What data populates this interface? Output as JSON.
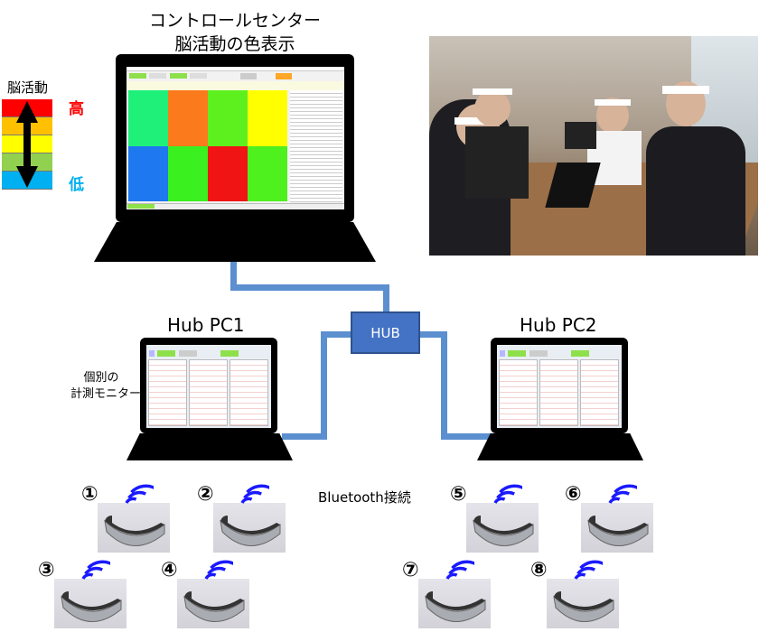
{
  "control_center": {
    "title_line1": "コントロールセンター",
    "title_line2": "脳活動の色表示",
    "grid_colors": [
      "#1ef07a",
      "#fb7a1c",
      "#5ef01e",
      "#ffff00",
      "#1e78f0",
      "#3af01e",
      "#f01414",
      "#4ef01e"
    ]
  },
  "legend": {
    "title": "脳活動",
    "high": "高",
    "low": "低",
    "high_color": "#ff0000",
    "low_color": "#00b0f0",
    "bands": [
      "#ff0000",
      "#ffc000",
      "#ffff00",
      "#92d050",
      "#00b0f0"
    ]
  },
  "hub": {
    "label": "HUB"
  },
  "hub_pc1": {
    "label": "Hub PC1"
  },
  "hub_pc2": {
    "label": "Hub PC2"
  },
  "monitor_note": {
    "line1": "個別の",
    "line2": "計測モニター"
  },
  "bluetooth": {
    "label": "Bluetooth接続"
  },
  "devices": [
    {
      "num": "①"
    },
    {
      "num": "②"
    },
    {
      "num": "③"
    },
    {
      "num": "④"
    },
    {
      "num": "⑤"
    },
    {
      "num": "⑥"
    },
    {
      "num": "⑦"
    },
    {
      "num": "⑧"
    }
  ]
}
